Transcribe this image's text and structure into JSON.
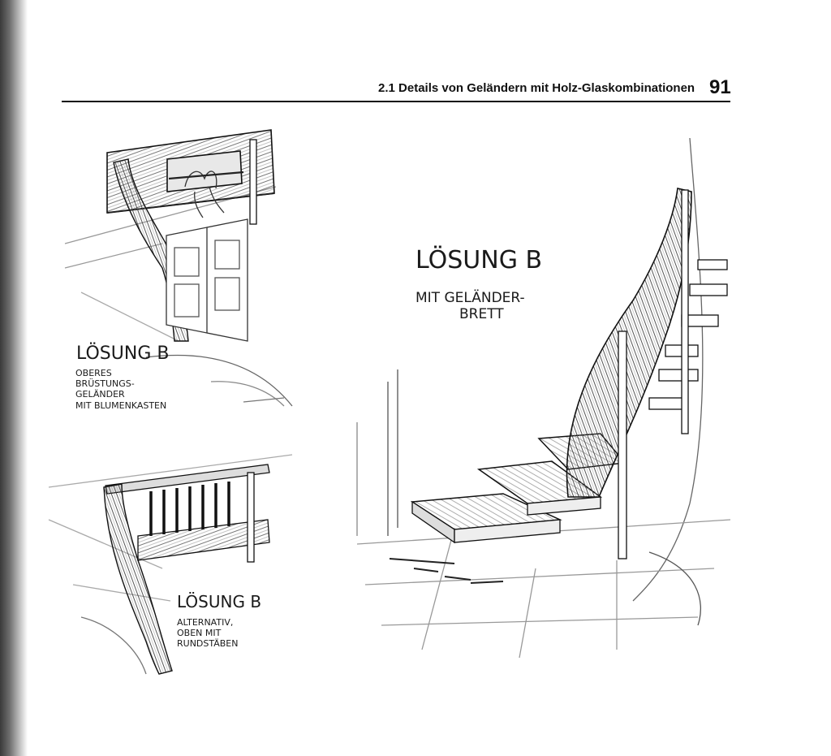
{
  "header": {
    "section_title": "2.1 Details von Geländern mit Holz-Glaskombinationen",
    "page_number": "91"
  },
  "captions": {
    "top_left": {
      "title": "LÖSUNG B",
      "lines": [
        "OBERES",
        "BRÜSTUNGS-",
        "GELÄNDER",
        "MIT BLUMENKASTEN"
      ]
    },
    "bottom_left": {
      "title": "LÖSUNG B",
      "lines": [
        "ALTERNATIV,",
        "OBEN MIT",
        "RUNDSTÄBEN"
      ]
    },
    "right": {
      "title": "LÖSUNG B",
      "lines": [
        "MIT GELÄNDER-",
        "BRETT"
      ]
    }
  }
}
